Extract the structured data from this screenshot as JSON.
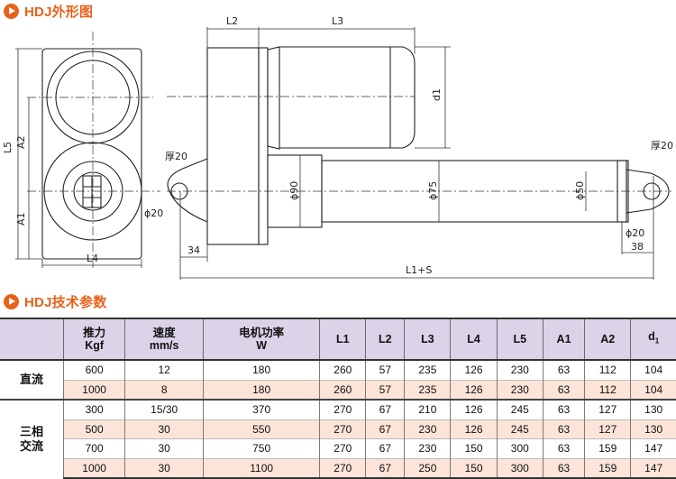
{
  "section1": {
    "title": "HDJ外形图"
  },
  "section2": {
    "title": "HDJ技术参数"
  },
  "drawing": {
    "labels": {
      "l5": "L5",
      "a2": "A2",
      "a1": "A1",
      "l4": "L4",
      "l2": "L2",
      "l3": "L3",
      "d1": "d1",
      "thick_left": "厚20",
      "dia_left": "ϕ20",
      "dim_34": "34",
      "dia_90": "ϕ90",
      "dia_75": "ϕ75",
      "dia_50": "ϕ50",
      "thick_right": "厚20",
      "dia_right": "ϕ20",
      "dim_38": "38",
      "l1s": "L1+S"
    }
  },
  "table": {
    "headers": [
      {
        "line1": "",
        "line2": ""
      },
      {
        "line1": "推力",
        "line2": "Kgf"
      },
      {
        "line1": "速度",
        "line2": "mm/s"
      },
      {
        "line1": "电机功率",
        "line2": "W"
      },
      {
        "line1": "L1",
        "line2": ""
      },
      {
        "line1": "L2",
        "line2": ""
      },
      {
        "line1": "L3",
        "line2": ""
      },
      {
        "line1": "L4",
        "line2": ""
      },
      {
        "line1": "L5",
        "line2": ""
      },
      {
        "line1": "A1",
        "line2": ""
      },
      {
        "line1": "A2",
        "line2": ""
      },
      {
        "line1": "d",
        "line2": "1"
      }
    ],
    "groups": [
      {
        "label": "直流",
        "rows": [
          [
            "600",
            "12",
            "180",
            "260",
            "57",
            "235",
            "126",
            "230",
            "63",
            "112",
            "104"
          ],
          [
            "1000",
            "8",
            "180",
            "260",
            "57",
            "235",
            "126",
            "230",
            "63",
            "112",
            "104"
          ]
        ]
      },
      {
        "label": "三相\n交流",
        "label_line1": "三相",
        "label_line2": "交流",
        "rows": [
          [
            "300",
            "15/30",
            "370",
            "270",
            "67",
            "210",
            "126",
            "245",
            "63",
            "127",
            "130"
          ],
          [
            "500",
            "30",
            "550",
            "270",
            "67",
            "230",
            "126",
            "245",
            "63",
            "127",
            "130"
          ],
          [
            "700",
            "30",
            "750",
            "270",
            "67",
            "230",
            "150",
            "300",
            "63",
            "159",
            "147"
          ],
          [
            "1000",
            "30",
            "1100",
            "270",
            "67",
            "250",
            "150",
            "300",
            "63",
            "159",
            "147"
          ]
        ]
      }
    ]
  },
  "colors": {
    "accent": "#e8611a",
    "header_bg": "#dcd3e8",
    "row_alt_bg": "#fde4d8"
  }
}
